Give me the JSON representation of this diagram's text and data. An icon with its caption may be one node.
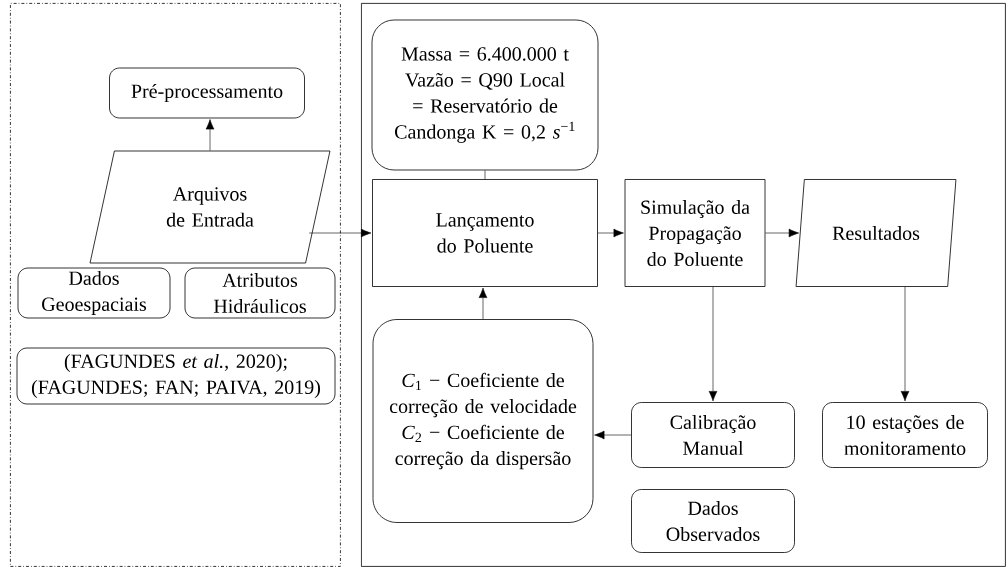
{
  "diagram": {
    "nodes": [
      {
        "text": [],
        "shape": "box"
      },
      {
        "text": [],
        "shape": "box"
      },
      {
        "text": [
          "Pré-processamento"
        ],
        "in": 0
      },
      {
        "text": [
          "Arquivos de Entrada"
        ],
        "in": 0
      },
      {
        "text": [
          "Dados Geoespaciais"
        ],
        "in": 0
      },
      {
        "text": [
          "Atributos Hidráulicos"
        ],
        "in": 0
      },
      {
        "text": [
          "(FAGUNDES *et al.*, 2020); (FAGUNDES; FAN; PAIVA, 2019)"
        ],
        "in": 0
      },
      {
        "text": [
          "Massa = 6.400.000 t Vazão = Q90 Local = Reservatório de Candonga K = 0,2 *s*$^{−1}$"
        ],
        "in": 1
      },
      {
        "text": [
          "Lançamento do Poluente"
        ],
        "in": 1
      },
      {
        "text": [
          "Simulação da Propagação do Poluente"
        ],
        "in": 1
      },
      {
        "text": [
          "Resultados"
        ],
        "in": 1
      },
      {
        "text": [
          "*C*$_{1}$ − Coeficiente de correção de velocidade",
          "*C*$_{2}$ − Coeficiente de correção da dispersão"
        ],
        "in": 1
      },
      {
        "text": [
          "Calibração Manual"
        ],
        "in": 1
      },
      {
        "text": [
          "10 estações de monitoramento"
        ],
        "in": 1
      },
      {
        "text": [
          "Dados Observados"
        ],
        "in": 1
      }
    ],
    "edges": [
      {
        "from": 3,
        "to": 2,
        "arrow": "to"
      },
      {
        "from": 3,
        "to": 8,
        "arrow": "to"
      },
      {
        "from": 7,
        "to": 8,
        "arrow": "none"
      },
      {
        "from": 8,
        "to": 9,
        "arrow": "to"
      },
      {
        "from": 9,
        "to": 10,
        "arrow": "to"
      },
      {
        "from": 11,
        "to": 8,
        "arrow": "to"
      },
      {
        "from": 9,
        "to": 12,
        "arrow": "to"
      },
      {
        "from": 10,
        "to": 13,
        "arrow": "to"
      },
      {
        "from": 12,
        "to": 11,
        "arrow": "to"
      }
    ]
  }
}
